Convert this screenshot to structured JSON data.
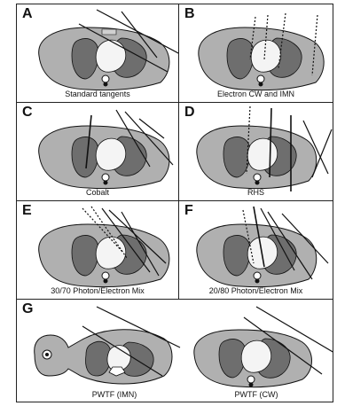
{
  "panels": {
    "A": {
      "letter": "A",
      "caption": "Standard tangents"
    },
    "B": {
      "letter": "B",
      "caption": "Electron CW and IMN"
    },
    "C": {
      "letter": "C",
      "caption": "Cobalt"
    },
    "D": {
      "letter": "D",
      "caption": "RHS"
    },
    "E": {
      "letter": "E",
      "caption": "30/70 Photon/Electron Mix"
    },
    "F": {
      "letter": "F",
      "caption": "20/80 Photon/Electron Mix"
    },
    "G": {
      "letter": "G",
      "caption_left": "PWTF (IMN)",
      "caption_right": "PWTF (CW)"
    }
  },
  "colors": {
    "body": "#b0b0b0",
    "lung": "#6e6e6e",
    "heart": "#f4f4f4",
    "outline": "#111111"
  }
}
